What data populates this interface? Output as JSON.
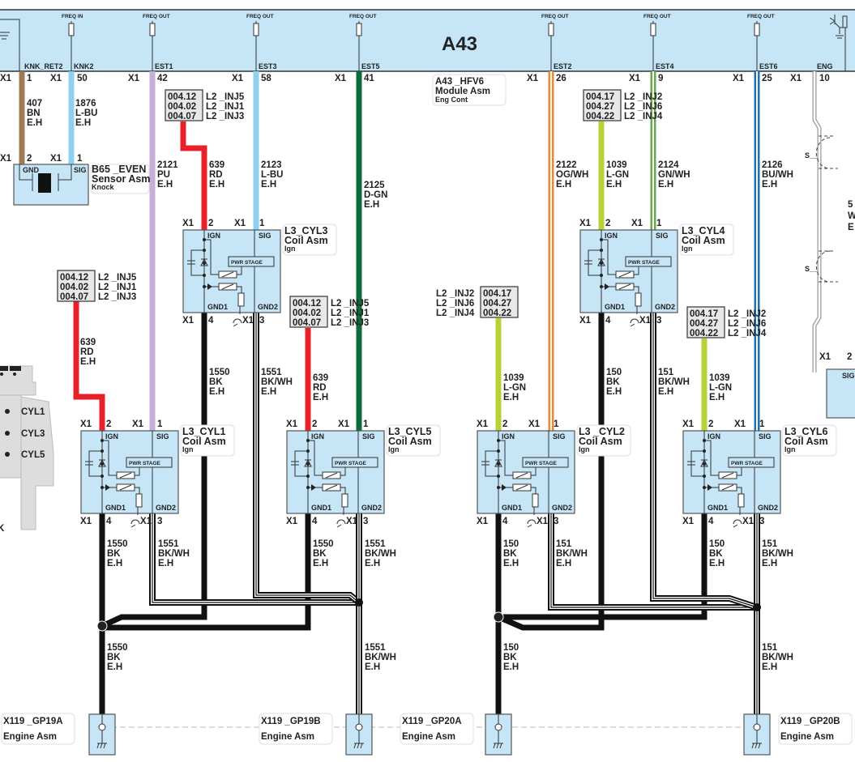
{
  "module": {
    "title": "A43",
    "id": "A43 _HFV6",
    "name": "Module Asm",
    "sub": "Eng Cont",
    "fill": "#c6e6f7",
    "pins": [
      {
        "sig": "KNK_RET2",
        "pin": "1",
        "conn": "X1",
        "func": ""
      },
      {
        "sig": "KNK2",
        "pin": "50",
        "conn": "X1",
        "func": "FREQ IN"
      },
      {
        "sig": "EST1",
        "pin": "42",
        "conn": "X1",
        "func": "FREQ OUT"
      },
      {
        "sig": "EST3",
        "pin": "58",
        "conn": "X1",
        "func": "FREQ OUT"
      },
      {
        "sig": "EST5",
        "pin": "41",
        "conn": "X1",
        "func": "FREQ OUT"
      },
      {
        "sig": "EST2",
        "pin": "26",
        "conn": "X1",
        "func": "FREQ OUT"
      },
      {
        "sig": "EST4",
        "pin": "9",
        "conn": "X1",
        "func": "FREQ OUT"
      },
      {
        "sig": "EST6",
        "pin": "25",
        "conn": "X1",
        "func": "FREQ OUT"
      },
      {
        "sig": "ENG",
        "pin": "10",
        "conn": "X1",
        "func": ""
      }
    ]
  },
  "wires": {
    "knk_ret": {
      "circuit": "407",
      "color": "BN",
      "harness": "E.H",
      "hex": "#a07a52"
    },
    "knk_sig": {
      "circuit": "1876",
      "color": "L-BU",
      "harness": "E.H",
      "hex": "#8fd0f0"
    },
    "est1": {
      "circuit": "2121",
      "color": "PU",
      "harness": "E.H",
      "hex": "#c7aed6"
    },
    "est3": {
      "circuit": "2123",
      "color": "L-BU",
      "harness": "E.H",
      "hex": "#8fd0f0"
    },
    "est5": {
      "circuit": "2125",
      "color": "D-GN",
      "harness": "E.H",
      "hex": "#0e6b3a"
    },
    "est2": {
      "circuit": "2122",
      "color": "OG/WH",
      "harness": "E.H",
      "hex": "#ee8a2e"
    },
    "est4": {
      "circuit": "2124",
      "color": "GN/WH",
      "harness": "E.H",
      "hex": "#6aa84f"
    },
    "est6": {
      "circuit": "2126",
      "color": "BU/WH",
      "harness": "E.H",
      "hex": "#1f6fb5"
    },
    "ign_odd": {
      "circuit": "639",
      "color": "RD",
      "harness": "E.H",
      "hex": "#e8202a"
    },
    "ign_even": {
      "circuit": "1039",
      "color": "L-GN",
      "harness": "E.H",
      "hex": "#b5d334"
    },
    "gnd1_odd": {
      "circuit": "1550",
      "color": "BK",
      "harness": "E.H",
      "hex": "#111111"
    },
    "gnd2_odd": {
      "circuit": "1551",
      "color": "BK/WH",
      "harness": "E.H",
      "hex": "#111111"
    },
    "gnd1_even": {
      "circuit": "150",
      "color": "BK",
      "harness": "E.H",
      "hex": "#111111"
    },
    "gnd2_even": {
      "circuit": "151",
      "color": "BK/WH",
      "harness": "E.H",
      "hex": "#111111"
    },
    "eng": {
      "circuit": "5",
      "color": "W",
      "harness": "E"
    }
  },
  "refs": {
    "odd": [
      {
        "page": "004.12",
        "name": "L2 _INJ5"
      },
      {
        "page": "004.02",
        "name": "L2 _INJ1"
      },
      {
        "page": "004.07",
        "name": "L2 _INJ3"
      }
    ],
    "even": [
      {
        "page": "004.17",
        "name": "L2 _INJ2"
      },
      {
        "page": "004.27",
        "name": "L2 _INJ6"
      },
      {
        "page": "004.22",
        "name": "L2 _INJ4"
      }
    ]
  },
  "knock_sensor": {
    "id": "B65 _EVEN",
    "name": "Sensor Asm",
    "sub": "Knock",
    "pin_gnd": "GND",
    "pin_sig": "SIG",
    "pin1": "2",
    "pin2": "1",
    "conn": "X1"
  },
  "coil": {
    "name": "Coil Asm",
    "sub": "Ign",
    "ign": "IGN",
    "sig": "SIG",
    "gnd1": "GND1",
    "gnd2": "GND2",
    "pwr": "PWR STAGE",
    "conn": "X1",
    "pin_ign": "2",
    "pin_sig": "1",
    "pin_gnd1": "4",
    "pin_gnd2": "3"
  },
  "coils": {
    "cyl1": "L3_CYL1",
    "cyl3": "L3_CYL3",
    "cyl5": "L3_CYL5",
    "cyl2": "L3 _CYL2",
    "cyl4": "L3_CYL4",
    "cyl6": "L3_CYL6"
  },
  "grounds": [
    {
      "id": "X119 _GP19A",
      "name": "Engine Asm"
    },
    {
      "id": "X119 _GP19B",
      "name": "Engine Asm"
    },
    {
      "id": "X119 _GP20A",
      "name": "Engine Asm"
    },
    {
      "id": "X119 _GP20B",
      "name": "Engine Asm"
    }
  ],
  "engine": {
    "cyl": [
      "CYL1",
      "CYL3",
      "CYL5"
    ],
    "tag": "K"
  },
  "shield": {
    "label": "S__",
    "conn": "X1",
    "pin": "2",
    "sig": "SIG"
  }
}
